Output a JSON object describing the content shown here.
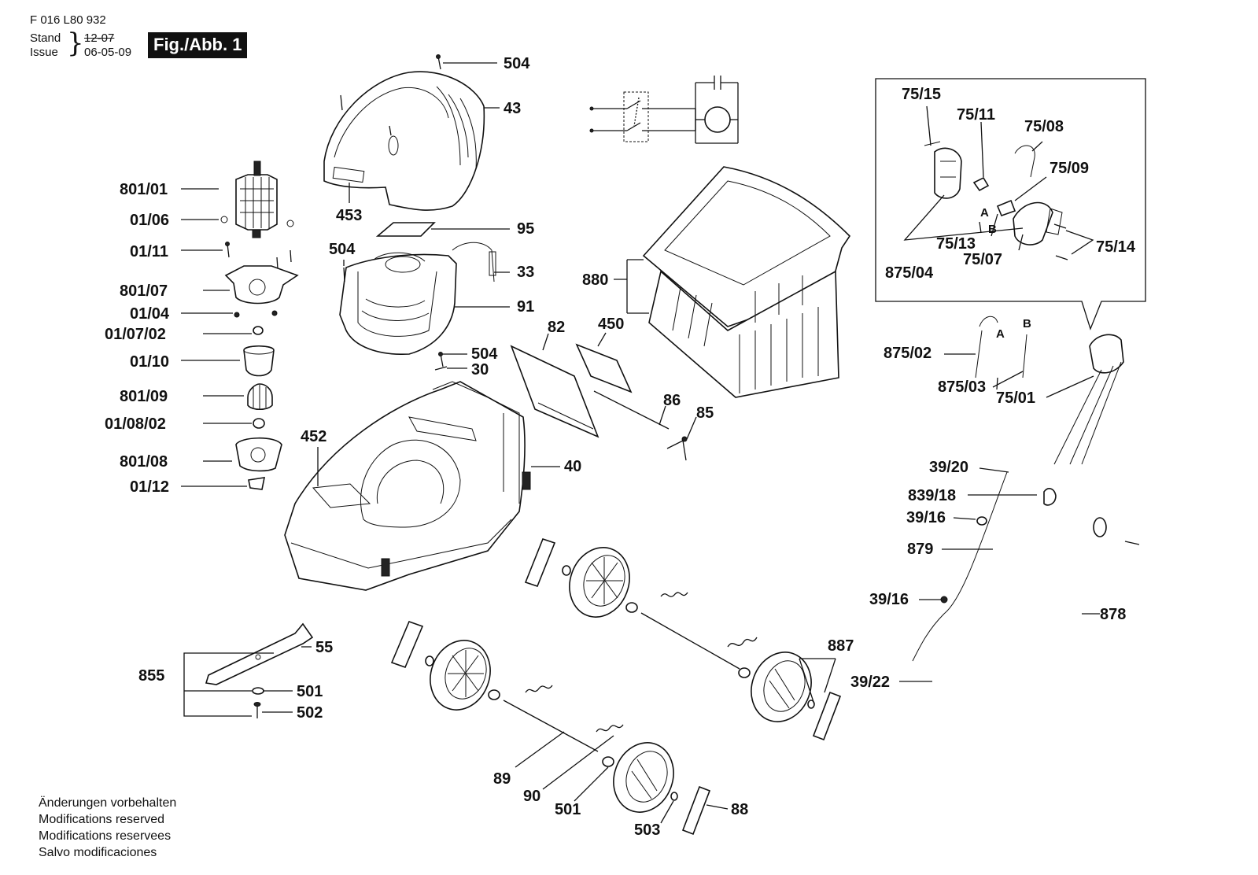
{
  "header": {
    "doc_number": "F 016 L80 932",
    "stand_label": "Stand",
    "issue_label": "Issue",
    "old_date": "12-07",
    "issue_date": "06-05-09",
    "figure_title": "Fig./Abb. 1"
  },
  "notes": [
    "Änderungen vorbehalten",
    "Modifications reserved",
    "Modifications reservees",
    "Salvo modificaciones"
  ],
  "labels": {
    "p504a": "504",
    "p43": "43",
    "p453": "453",
    "p95": "95",
    "p504b": "504",
    "p33": "33",
    "p91": "91",
    "p504c": "504",
    "p30": "30",
    "p82": "82",
    "p450": "450",
    "p880": "880",
    "p86": "86",
    "p85": "85",
    "p452": "452",
    "p40": "40",
    "p801_01": "801/01",
    "p01_06": "01/06",
    "p01_11": "01/11",
    "p801_07": "801/07",
    "p01_04": "01/04",
    "p01_07_02": "01/07/02",
    "p01_10": "01/10",
    "p801_09": "801/09",
    "p01_08_02": "01/08/02",
    "p801_08": "801/08",
    "p01_12": "01/12",
    "p55": "55",
    "p855": "855",
    "p501a": "501",
    "p502": "502",
    "p887": "887",
    "p89": "89",
    "p90": "90",
    "p501b": "501",
    "p503": "503",
    "p88": "88",
    "p75_15": "75/15",
    "p75_11": "75/11",
    "p75_08": "75/08",
    "p75_09": "75/09",
    "p75_13": "75/13",
    "p75_07": "75/07",
    "p75_14": "75/14",
    "p875_04": "875/04",
    "pA1": "A",
    "pB1": "B",
    "p875_02": "875/02",
    "pA2": "A",
    "pB2": "B",
    "p875_03": "875/03",
    "p75_01": "75/01",
    "p39_20": "39/20",
    "p839_18": "839/18",
    "p39_16a": "39/16",
    "p879": "879",
    "p39_16b": "39/16",
    "p878": "878",
    "p39_22": "39/22"
  }
}
